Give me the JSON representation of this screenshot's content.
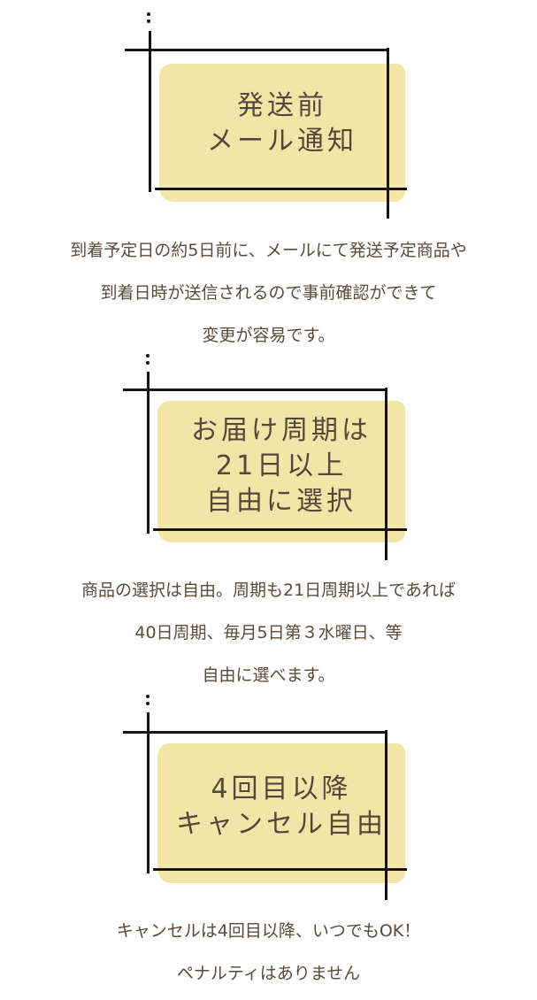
{
  "sections": [
    {
      "title_lines": [
        "発送前",
        "メール通知"
      ],
      "desc_lines": [
        "到着予定日の約5日前に、メールにて発送予定商品や",
        "到着日時が送信されるので事前確認ができて",
        "変更が容易です。"
      ]
    },
    {
      "title_lines": [
        "お届け周期は",
        "21日以上",
        "自由に選択"
      ],
      "desc_lines": [
        "商品の選択は自由。周期も21日周期以上であれば",
        "40日周期、毎月5日第３水曜日、等",
        "自由に選べます。"
      ]
    },
    {
      "title_lines": [
        "4回目以降",
        "キャンセル自由"
      ],
      "desc_lines": [
        "キャンセルは4回目以降、いつでもOK！",
        "ペナルティはありません"
      ]
    }
  ],
  "colors": {
    "pad": "#f1e6a8",
    "line": "#151515",
    "text": "#5a4a3a"
  }
}
